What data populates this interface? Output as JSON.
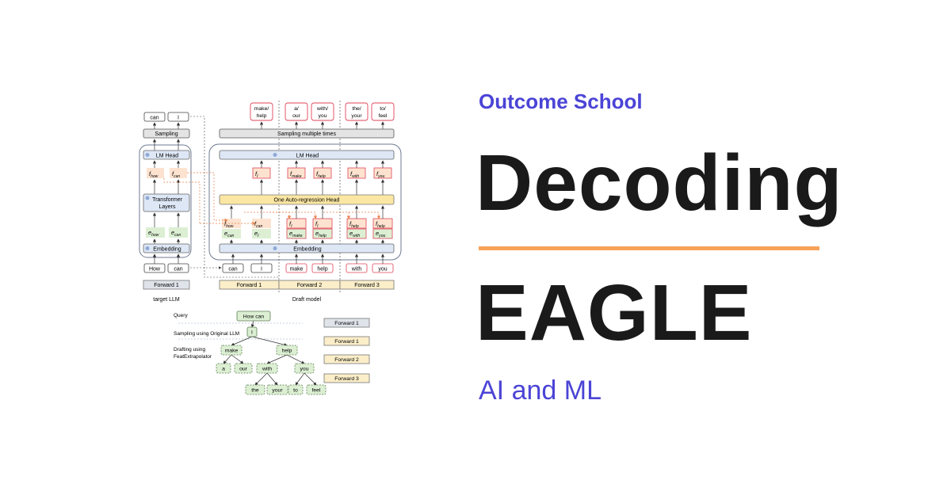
{
  "header": {
    "brand": "Outcome School",
    "title_line1": "Decoding",
    "title_line2": "EAGLE",
    "tagline": "AI and ML"
  },
  "colors": {
    "brand": "#4B44D6",
    "accent_rule": "#F7A25A",
    "title": "#1a1a1a"
  },
  "diagram": {
    "target": {
      "outputs": [
        "can",
        "I"
      ],
      "sampling": "Sampling",
      "lm_head": "LM Head",
      "feat_a": "f",
      "feat_a_sub": "how",
      "feat_b": "f",
      "feat_b_sub": "can",
      "transformer": "Transformer\nLayers",
      "emb_a": "e",
      "emb_a_sub": "how",
      "emb_b": "e",
      "emb_b_sub": "can",
      "embedding": "Embedding",
      "inputs": [
        "How",
        "can"
      ],
      "forward": "Forward 1",
      "caption": "target LLM"
    },
    "draft": {
      "outputs": [
        "make/\nhelp",
        "a/\nour",
        "with/\nyou",
        "the/\nyour",
        "to/\nfeel"
      ],
      "sampling": "Sampling multiple times",
      "lm_head": "LM Head",
      "head_feats": [
        {
          "b": "f",
          "s": "I"
        },
        {
          "b": "f",
          "s": "make"
        },
        {
          "b": "f",
          "s": "help"
        },
        {
          "b": "f",
          "s": "with"
        },
        {
          "b": "f",
          "s": "you"
        }
      ],
      "ar_head": "One Auto-regression Head",
      "in_feats": [
        {
          "b": "f",
          "s": "how"
        },
        {
          "b": "f",
          "s": "can"
        },
        {
          "b": "f",
          "s": "I"
        },
        {
          "b": "f",
          "s": "I"
        },
        {
          "b": "f",
          "s": "help"
        },
        {
          "b": "f",
          "s": "help"
        }
      ],
      "in_embs": [
        {
          "b": "e",
          "s": "can"
        },
        {
          "b": "e",
          "s": "I"
        },
        {
          "b": "e",
          "s": "make"
        },
        {
          "b": "e",
          "s": "help"
        },
        {
          "b": "e",
          "s": "with"
        },
        {
          "b": "e",
          "s": "you"
        }
      ],
      "embedding": "Embedding",
      "inputs": [
        "can",
        "I",
        "make",
        "help",
        "with",
        "you"
      ],
      "forwards": [
        "Forward 1",
        "Forward 2",
        "Forward 3"
      ],
      "caption": "Draft model"
    },
    "tree": {
      "query_label": "Query",
      "query": "How can",
      "sampling_label": "Sampling using Original LLM",
      "root": "I",
      "drafting_label": "Drafting using\nFeatExtrapolator",
      "level1": [
        "make",
        "help"
      ],
      "level2": [
        "a",
        "our",
        "with",
        "you"
      ],
      "level3": [
        "the",
        "your",
        "to",
        "feel"
      ],
      "legend": [
        "Forward 1",
        "Forward 1",
        "Forward 2",
        "Forward 3"
      ]
    }
  }
}
